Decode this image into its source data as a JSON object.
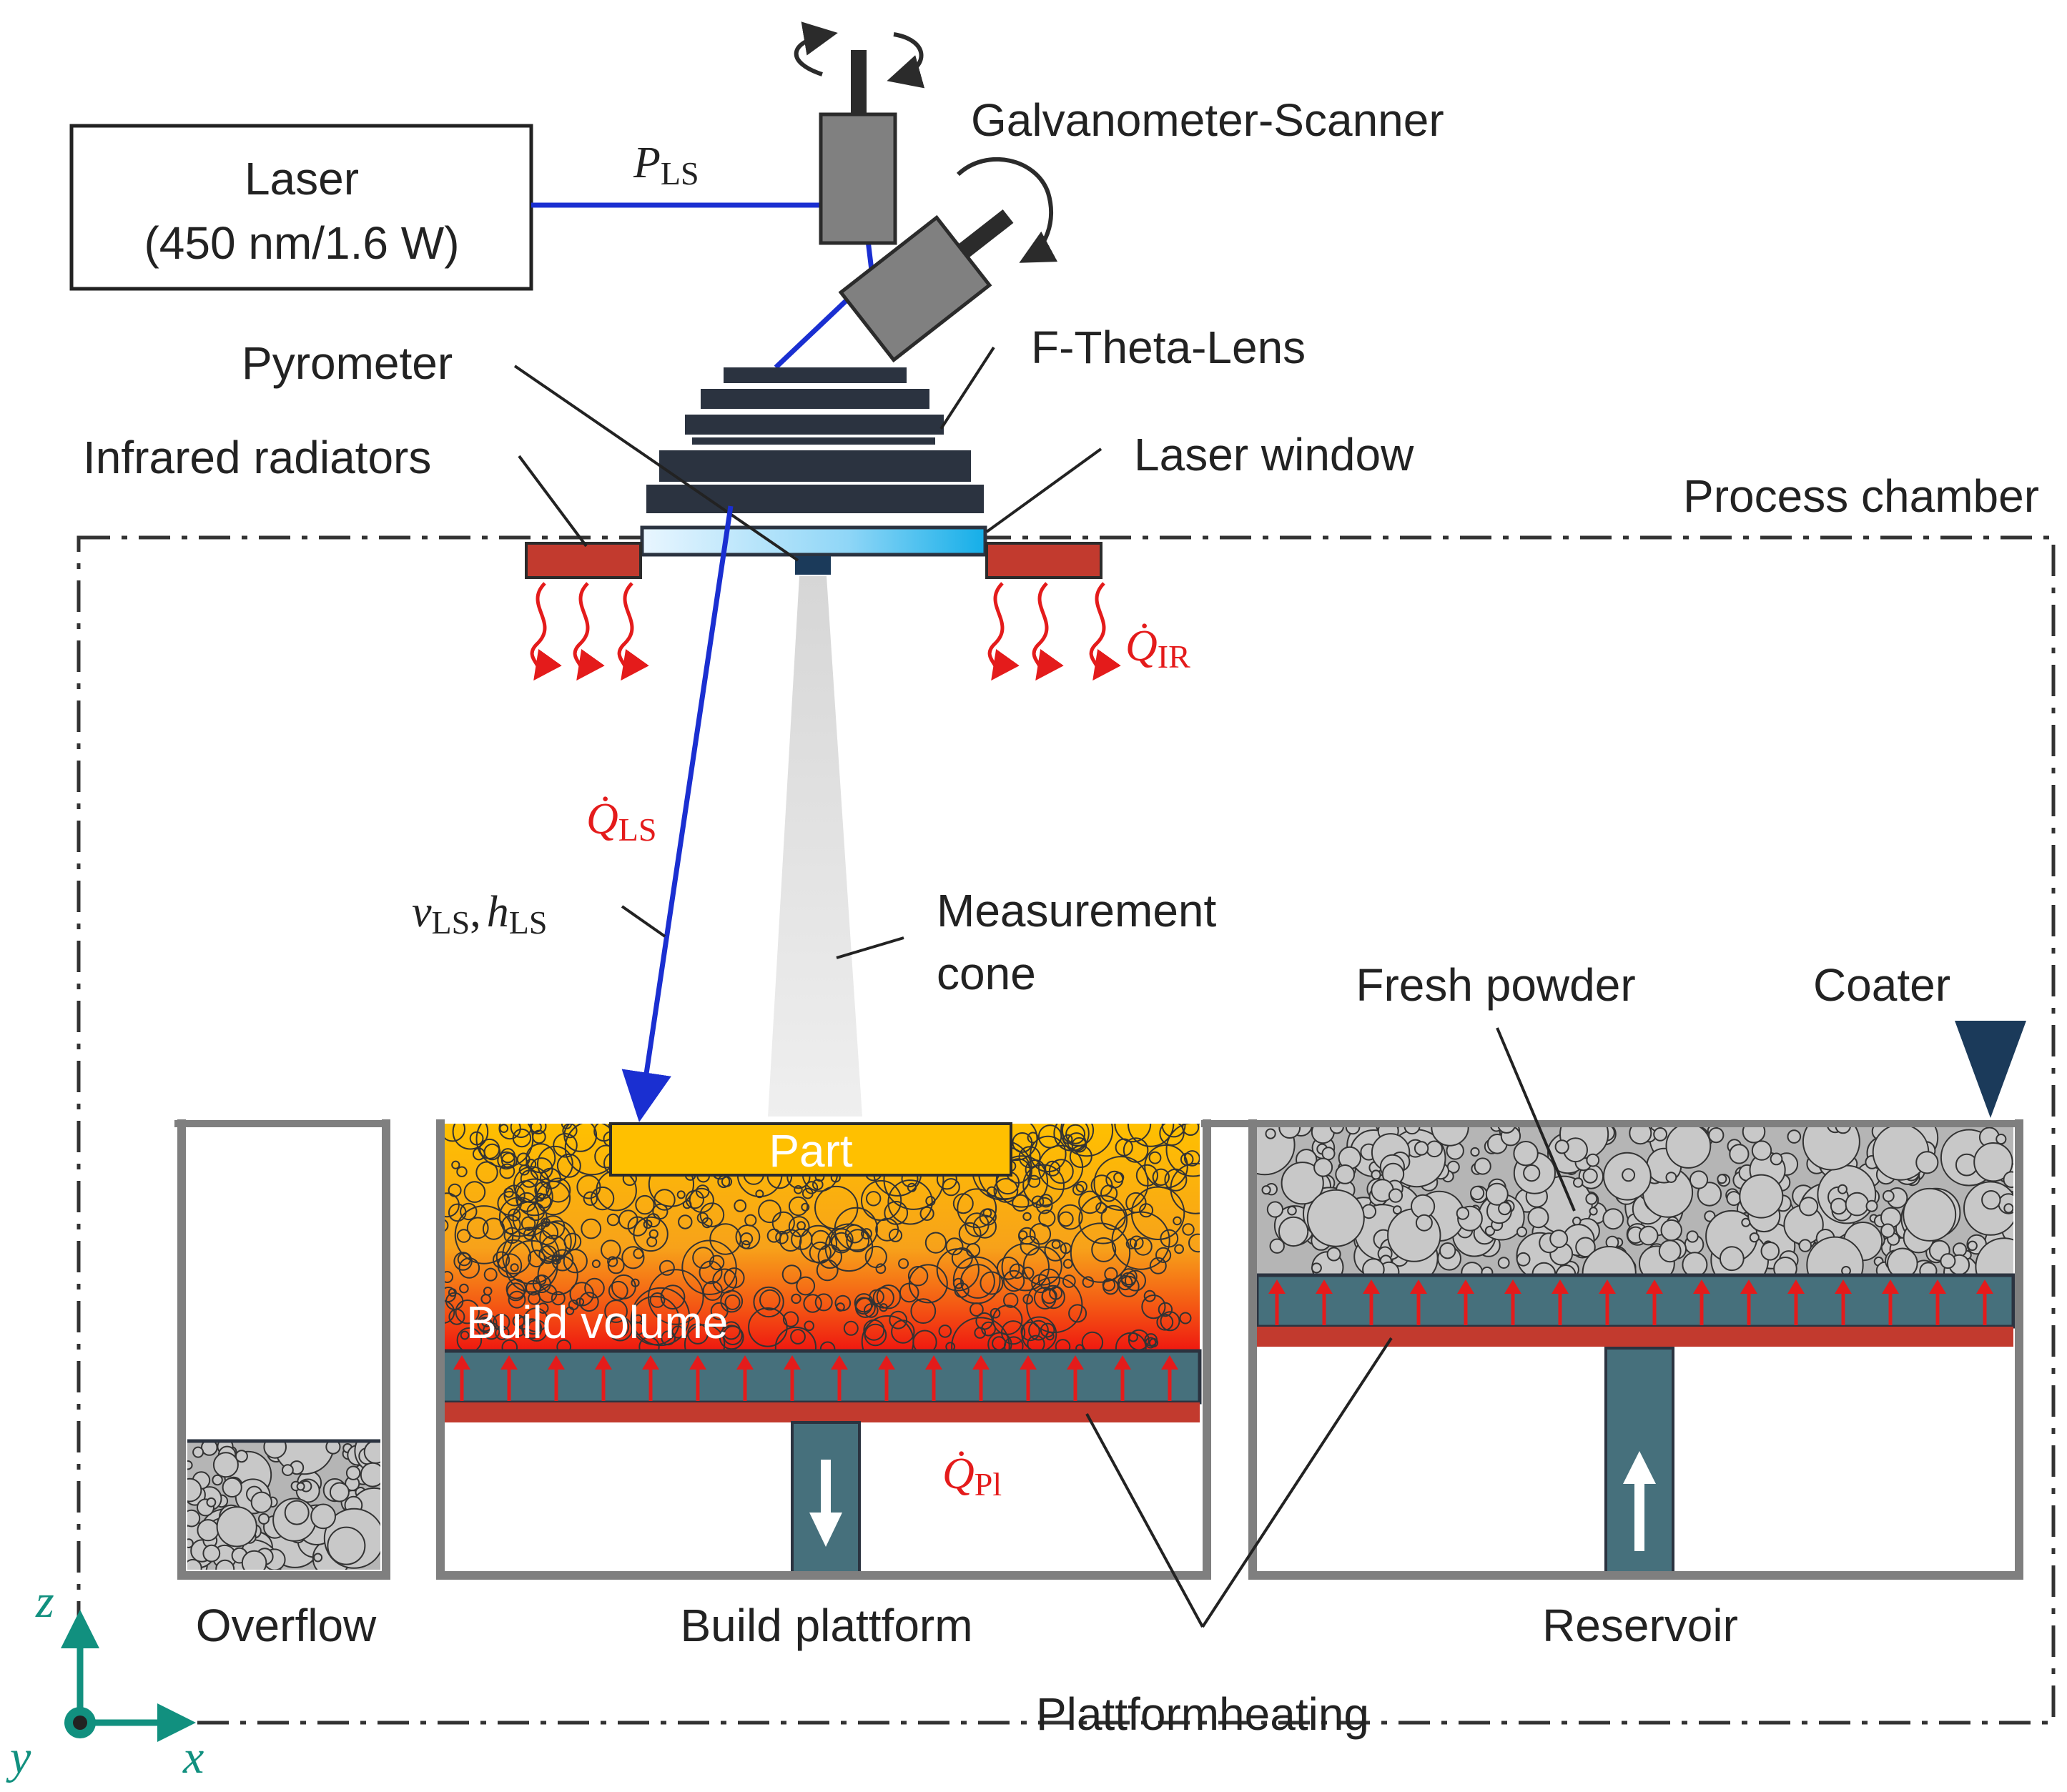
{
  "labels": {
    "laser": "Laser",
    "laser_spec": "(450 nm/1.6 W)",
    "galvo": "Galvanometer-Scanner",
    "ftheta": "F-Theta-Lens",
    "pyrometer": "Pyrometer",
    "ir_radiators": "Infrared radiators",
    "laser_window": "Laser window",
    "process_chamber": "Process chamber",
    "measurement_cone_1": "Measurement",
    "measurement_cone_2": "cone",
    "fresh_powder": "Fresh powder",
    "coater": "Coater",
    "part": "Part",
    "build_volume": "Build volume",
    "overflow": "Overflow",
    "build_platform": "Build plattform",
    "reservoir": "Reservoir",
    "platform_heating": "Plattformheating"
  },
  "math": {
    "p_ls_main": "P",
    "p_ls_sub": "LS",
    "q_ir_main": "Q̇",
    "q_ir_sub": "IR",
    "q_ls_main": "Q̇",
    "q_ls_sub": "LS",
    "v_ls_main": "v",
    "v_ls_sub": "LS",
    "comma": ",",
    "h_ls_main": "h",
    "h_ls_sub": "LS",
    "q_pl_main": "Q̇",
    "q_pl_sub": "Pl"
  },
  "axes": {
    "z": "z",
    "x": "x",
    "y": "y"
  },
  "colors": {
    "laser_beam": "#1a2fd1",
    "heat": "#e41b1b",
    "heater_bar": "#c23a2e",
    "platform": "#46707c",
    "lens": "#2b3340",
    "scanner": "#808080",
    "wall": "#7f7f7f",
    "axes": "#11907f",
    "powder_grey": "#c8c8c8",
    "part": "#ffc000"
  }
}
